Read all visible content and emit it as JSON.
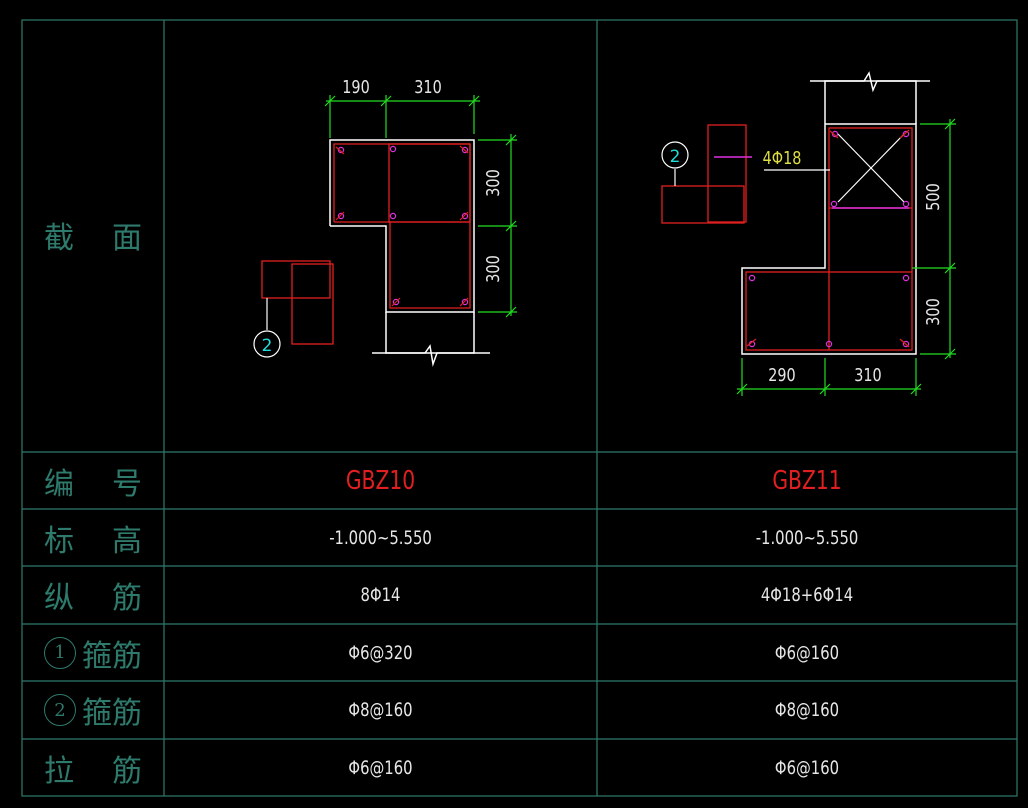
{
  "labels": {
    "section": [
      "截",
      "面"
    ],
    "id": [
      "编",
      "号"
    ],
    "elevation": [
      "标",
      "高"
    ],
    "long_bar": [
      "纵",
      "筋"
    ],
    "stirrup1": {
      "num": "1",
      "text": "箍筋"
    },
    "stirrup2": {
      "num": "2",
      "text": "箍筋"
    },
    "tie": [
      "拉",
      "筋"
    ]
  },
  "columns": [
    {
      "id": "GBZ10",
      "elevation": "-1.000~5.550",
      "long_bar": "8Φ14",
      "stirrup1": "Φ6@320",
      "stirrup2": "Φ8@160",
      "tie": "Φ6@160",
      "dims": {
        "top": [
          "190",
          "310"
        ],
        "right": [
          "300",
          "300"
        ]
      },
      "stirrup_tag": "2"
    },
    {
      "id": "GBZ11",
      "elevation": "-1.000~5.550",
      "long_bar": "4Φ18+6Φ14",
      "stirrup1": "Φ6@160",
      "stirrup2": "Φ8@160",
      "tie": "Φ6@160",
      "dims": {
        "bottom": [
          "290",
          "310"
        ],
        "right": [
          "500",
          "300"
        ]
      },
      "stirrup_tag": "2",
      "bar_note": "4Φ18"
    }
  ],
  "colors": {
    "grid": "#2e7a6c",
    "outline": "#ffffff",
    "rebar": "#e02020",
    "dimension": "#22dd22",
    "bar_dot": "#e030e0",
    "tag": "#22dddd",
    "note": "#dede44"
  }
}
